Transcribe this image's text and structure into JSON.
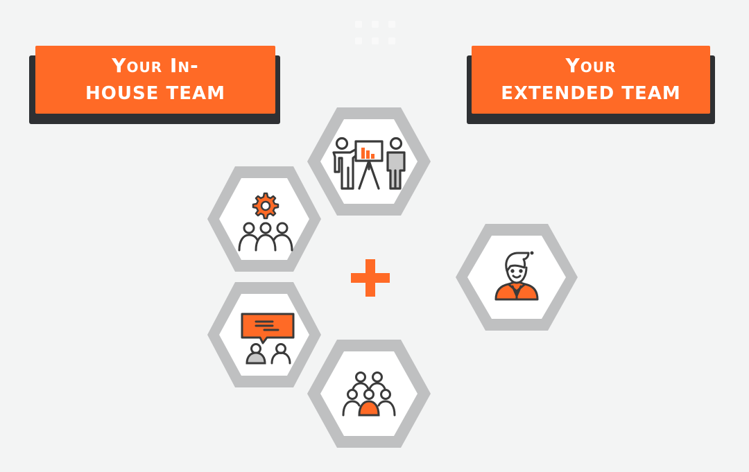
{
  "labels": {
    "left": {
      "line1": "Your In-",
      "line2": "HOUSE TEAM"
    },
    "right": {
      "line1": "Your",
      "line2": "EXTENDED TEAM"
    }
  },
  "hexagons": [
    {
      "id": "presentation",
      "icon": "presentation-icon",
      "description": "two people presenting a chart on an easel"
    },
    {
      "id": "gear-team",
      "icon": "gear-team-icon",
      "description": "gear above three people"
    },
    {
      "id": "chat",
      "icon": "chat-team-icon",
      "description": "speech bubble above two people"
    },
    {
      "id": "group",
      "icon": "group-icon",
      "description": "group of five people"
    },
    {
      "id": "extended-person",
      "icon": "person-icon",
      "description": "single smiling person"
    }
  ],
  "operator": {
    "symbol": "+",
    "icon": "plus-icon"
  },
  "colors": {
    "background": "#f3f4f4",
    "accent": "#ff6a26",
    "label_shadow": "#2e3033",
    "hex_border": "#bfc0c1",
    "hex_fill": "#ffffff",
    "icon_stroke": "#3a3a3a",
    "icon_gray": "#c9c9c9"
  }
}
